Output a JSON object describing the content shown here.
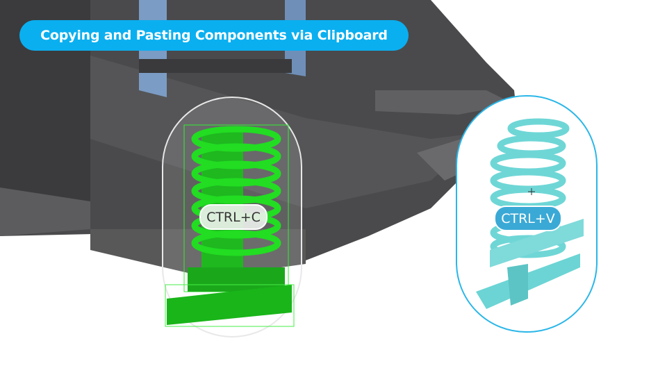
{
  "title": "Copying and Pasting Components via Clipboard",
  "copy_shortcut": "CTRL+C",
  "paste_shortcut": "CTRL+V",
  "colors": {
    "title_bg": "#0aaff0",
    "selected_component": "#22dd22",
    "pasted_component": "#6fd6d6",
    "paste_outline": "#29b6e8",
    "machine_body": "#4a4a4c"
  }
}
